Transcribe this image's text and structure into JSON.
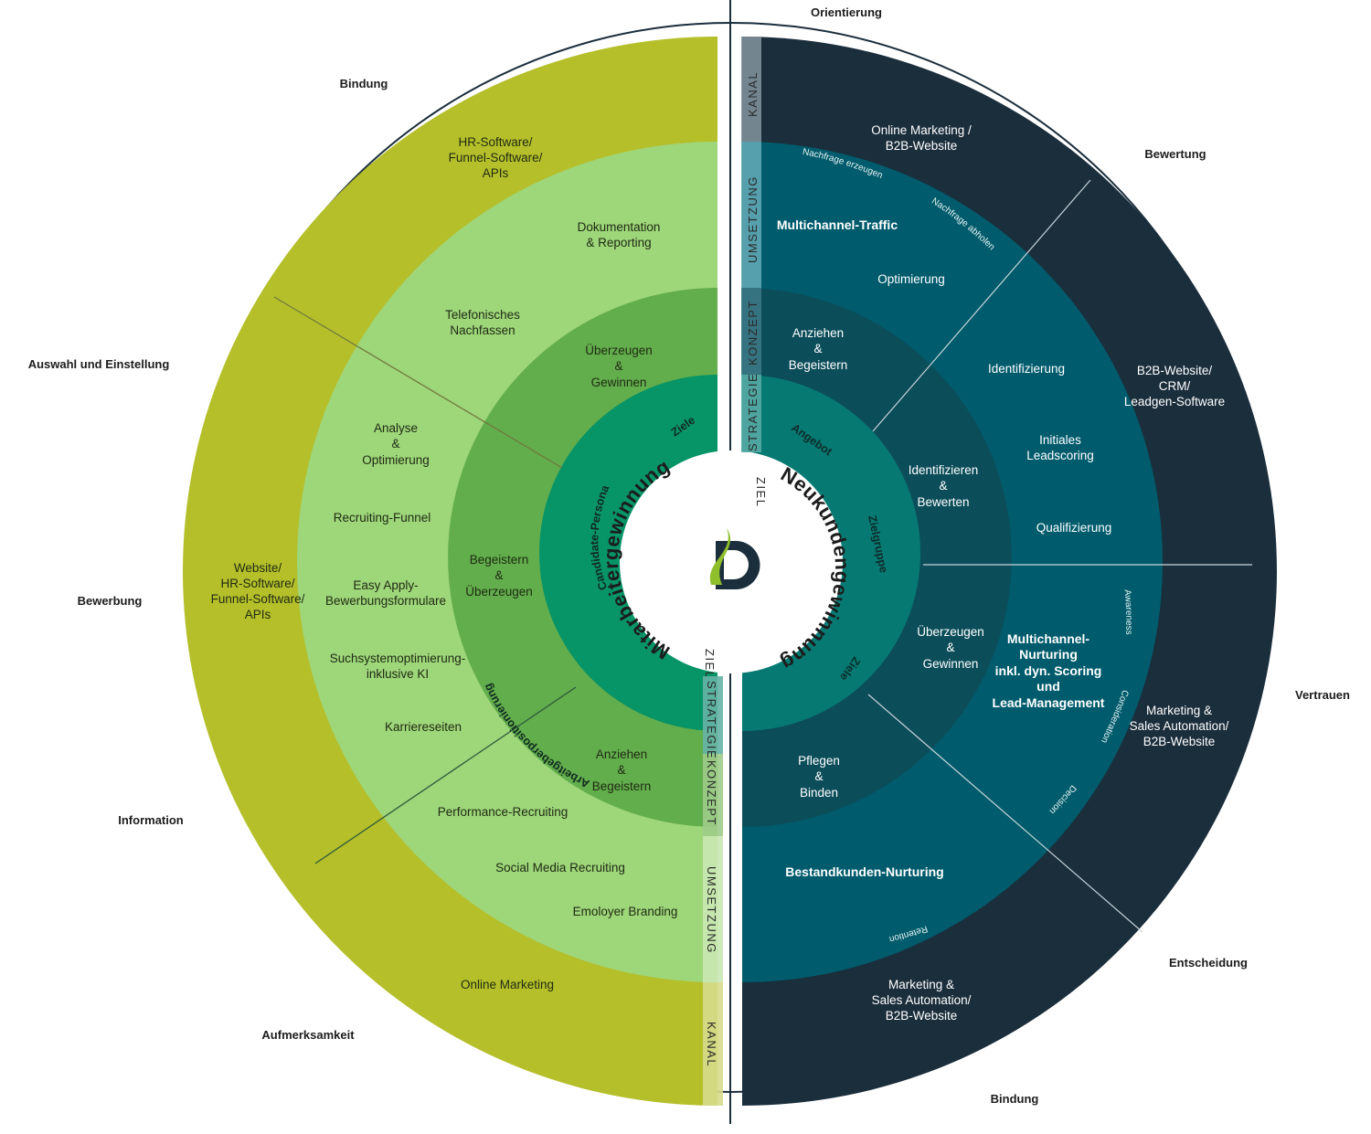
{
  "outer_labels": {
    "top": "Orientierung",
    "bindung_left": "Bindung",
    "auswahl": "Auswahl und Einstellung",
    "bewerbung": "Bewerbung",
    "information": "Information",
    "aufmerksamkeit": "Aufmerksamkeit",
    "bewertung": "Bewertung",
    "vertrauen": "Vertrauen",
    "entscheidung": "Entscheidung",
    "bindung_bottom": "Bindung"
  },
  "left": {
    "title": "Mitarbeitergewinnung",
    "ring_ziele": "Ziele",
    "ring_candidate": "Candidate-Persona",
    "ring_arbeitgeber": "Arbeitgeberpositionierung",
    "outer_top": [
      "HR-Software/",
      "Funnel-Software/",
      "APIs"
    ],
    "outer_mid": [
      "Website/",
      "HR-Software/",
      "Funnel-Software/",
      "APIs"
    ],
    "outer_bottom": "Online Marketing",
    "light": {
      "doku": [
        "Dokumentation",
        "& Reporting"
      ],
      "telefon": [
        "Telefonisches",
        "Nachfassen"
      ],
      "analyse": [
        "Analyse",
        "&",
        "Optimierung"
      ],
      "funnel": "Recruiting-Funnel",
      "easy": [
        "Easy Apply-",
        "Bewerbungsformulare"
      ],
      "such": [
        "Suchsystemoptimierung-",
        "inklusive KI"
      ],
      "karriere": "Karriereseiten",
      "performance": "Performance-Recruiting",
      "social": "Social Media Recruiting",
      "employer": "Emoloyer Branding"
    },
    "mid": {
      "ueberzeugen": [
        "Überzeugen",
        "&",
        "Gewinnen"
      ],
      "begeistern": [
        "Begeistern",
        "&",
        "Überzeugen"
      ],
      "anziehen": [
        "Anziehen",
        "&",
        "Begeistern"
      ]
    },
    "band": [
      "ZIEL",
      "STRATEGIE",
      "KONZEPT",
      "UMSETZUNG",
      "KANAL"
    ]
  },
  "right": {
    "title": "Neukundengewinnung",
    "ring_angebot": "Angebot",
    "ring_zielgruppe": "Zielgruppe",
    "ring_ziele": "Ziele",
    "dark_outer": {
      "top": [
        "Online Marketing /",
        "B2B-Website"
      ],
      "right": [
        "B2B-Website/",
        "CRM/",
        "Leadgen-Software"
      ],
      "lowright": [
        "Marketing &",
        "Sales Automation/",
        "B2B-Website"
      ],
      "bottom": [
        "Marketing &",
        "Sales Automation/",
        "B2B-Website"
      ]
    },
    "teal": {
      "traffic": "Multichannel-Traffic",
      "optimierung": "Optimierung",
      "identifizierung": "Identifizierung",
      "scoring": [
        "Initiales",
        "Leadscoring"
      ],
      "qualifizierung": "Qualifizierung",
      "nurturing": [
        "Multichannel-",
        "Nurturing",
        "inkl. dyn. Scoring",
        "und",
        "Lead-Management"
      ],
      "bestand": "Bestandkunden-Nurturing"
    },
    "arc_small": {
      "nachfrage_erzeugen": "Nachfrage erzeugen",
      "nachfrage_abholen": "Nachfrage abholen",
      "awareness": "Awareness",
      "consideration": "Consideration",
      "decision": "Decision",
      "retention": "Retention"
    },
    "mid": {
      "anziehen": [
        "Anziehen",
        "&",
        "Begeistern"
      ],
      "identifizieren": [
        "Identifizieren",
        "&",
        "Bewerten"
      ],
      "ueberzeugen": [
        "Überzeugen",
        "&",
        "Gewinnen"
      ],
      "pflegen": [
        "Pflegen",
        "&",
        "Binden"
      ]
    },
    "band": [
      "KANAL",
      "UMSETZUNG",
      "KONZEPT",
      "STRATEGIE",
      "ZIEL"
    ]
  },
  "colors": {
    "left_outer": "#b5bf2a",
    "left_light": "#9ed67a",
    "left_mid": "#62ad4c",
    "left_inner": "#079467",
    "right_outer": "#1b2e3c",
    "right_teal": "#005b6c",
    "right_mid": "#0c4d5a",
    "right_inner": "#067a72"
  }
}
